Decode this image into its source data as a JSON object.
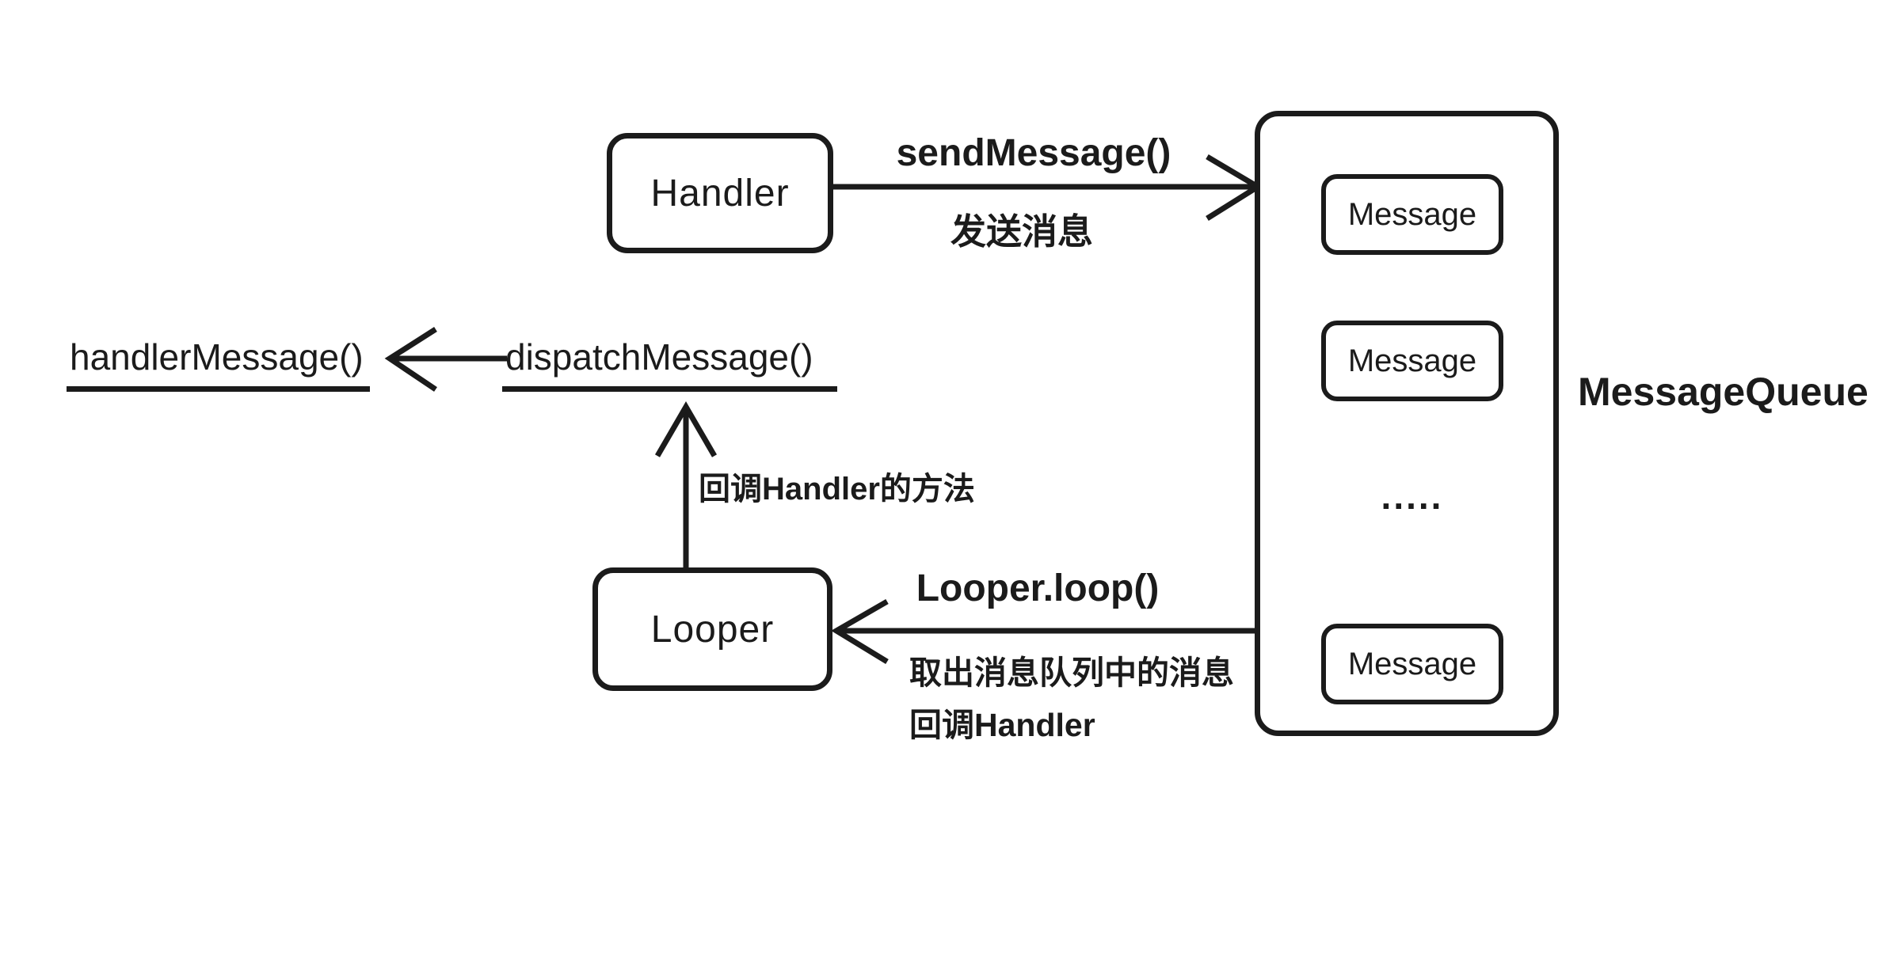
{
  "diagram": {
    "boxes": {
      "handler": "Handler",
      "looper": "Looper"
    },
    "queue": {
      "label": "MessageQueue",
      "items": [
        "Message",
        "Message",
        "Message"
      ],
      "ellipsis": "....."
    },
    "labels": {
      "send_message": "sendMessage()",
      "send_message_caption": "发送消息",
      "handler_message": "handlerMessage()",
      "dispatch_message": "dispatchMessage()",
      "callback_method": "回调Handler的方法",
      "looper_loop": "Looper.loop()",
      "looper_caption_1": "取出消息队列中的消息",
      "looper_caption_2": "回调Handler"
    },
    "colors": {
      "ink": "#1b1b1b",
      "background": "#ffffff"
    }
  }
}
